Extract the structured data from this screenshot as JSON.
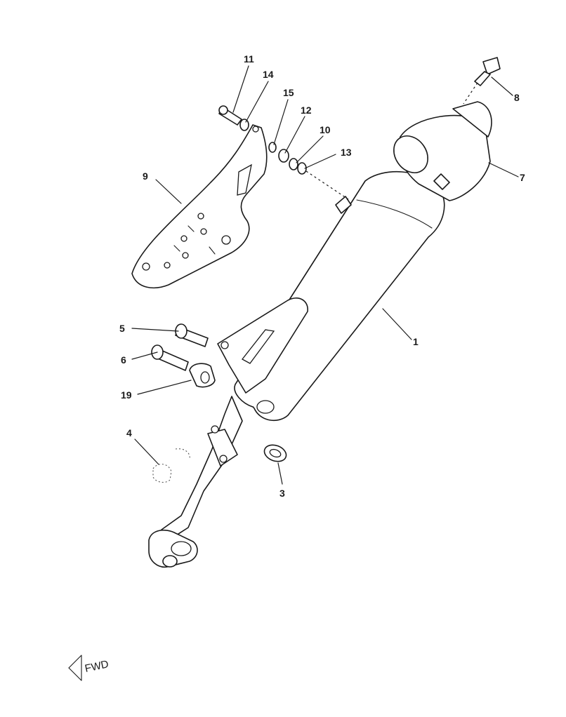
{
  "callouts": [
    {
      "id": "c11",
      "label": "11"
    },
    {
      "id": "c14",
      "label": "14"
    },
    {
      "id": "c15",
      "label": "15"
    },
    {
      "id": "c12",
      "label": "12"
    },
    {
      "id": "c10",
      "label": "10"
    },
    {
      "id": "c13",
      "label": "13"
    },
    {
      "id": "c9",
      "label": "9"
    },
    {
      "id": "c8",
      "label": "8"
    },
    {
      "id": "c7",
      "label": "7"
    },
    {
      "id": "c1",
      "label": "1"
    },
    {
      "id": "c5",
      "label": "5"
    },
    {
      "id": "c6",
      "label": "6"
    },
    {
      "id": "c19",
      "label": "19"
    },
    {
      "id": "c4",
      "label": "4"
    },
    {
      "id": "c3",
      "label": "3"
    }
  ],
  "direction_marker": {
    "label": "FWD"
  }
}
